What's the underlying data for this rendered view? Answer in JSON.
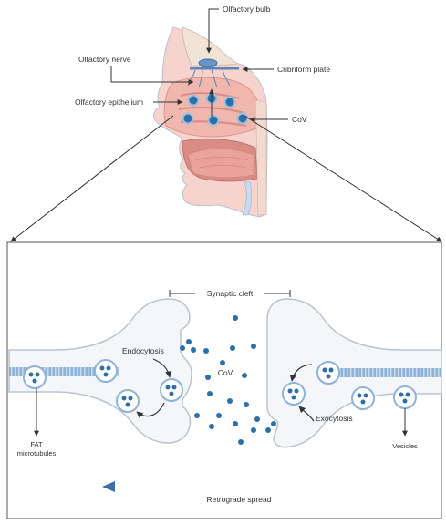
{
  "top_panel": {
    "labels": {
      "olfactory_bulb": "Olfactory bulb",
      "olfactory_nerve": "Olfactory nerve",
      "cribriform_plate": "Cribriform plate",
      "olfactory_epithelium": "Olfactory epithelium",
      "cov": "CoV"
    }
  },
  "bottom_panel": {
    "labels": {
      "synaptic_cleft": "Synaptic cleft",
      "endocytosis": "Endocytosis",
      "cov": "CoV",
      "exocytosis": "Exocytosis",
      "fat_line1": "FAT",
      "fat_line2": "microtubules",
      "vesicles": "Vesicles",
      "retrograde_spread": "Retrograde spread"
    }
  },
  "colors": {
    "virus": "#2f6fa8",
    "neuron_fill": "#f4f6f9",
    "neuron_stroke": "#b9c3cf",
    "microtubule": "#8fb2d6",
    "tissue_pink": "#efb7ae",
    "tissue_dark": "#d98b86",
    "arrow": "#333333"
  }
}
